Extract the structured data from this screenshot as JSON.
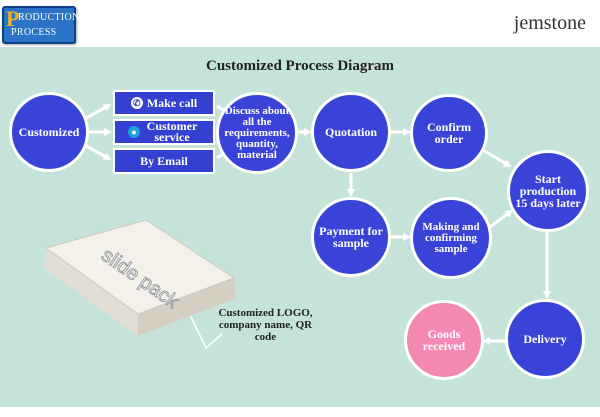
{
  "header": {
    "badge_initial": "P",
    "badge_line1": "RODUCTION",
    "badge_line2": "PROCESS",
    "brand": "jemstone"
  },
  "diagram": {
    "title": "Customized Process Diagram",
    "nodes": {
      "customized": "Customized",
      "discuss": "Discuss about all the requirements, quantity, material",
      "quotation": "Quotation",
      "confirm_order": "Confirm order",
      "start_production": "Start production 15 days later",
      "payment": "Payment for sample",
      "making": "Making and confirming sample",
      "delivery": "Delivery",
      "goods_received": "Goods received"
    },
    "contact_options": {
      "make_call": "Make call",
      "customer_service": "Customer service",
      "by_email": "By Email"
    },
    "box_label": "slide pack",
    "caption": "Customized LOGO, company name, QR code"
  },
  "colors": {
    "node_blue": "#3a43d8",
    "node_pink": "#f48ab2",
    "panel_bg": "#c6e3da",
    "badge_blue": "#2a73c7",
    "badge_orange": "#f0b21a"
  }
}
